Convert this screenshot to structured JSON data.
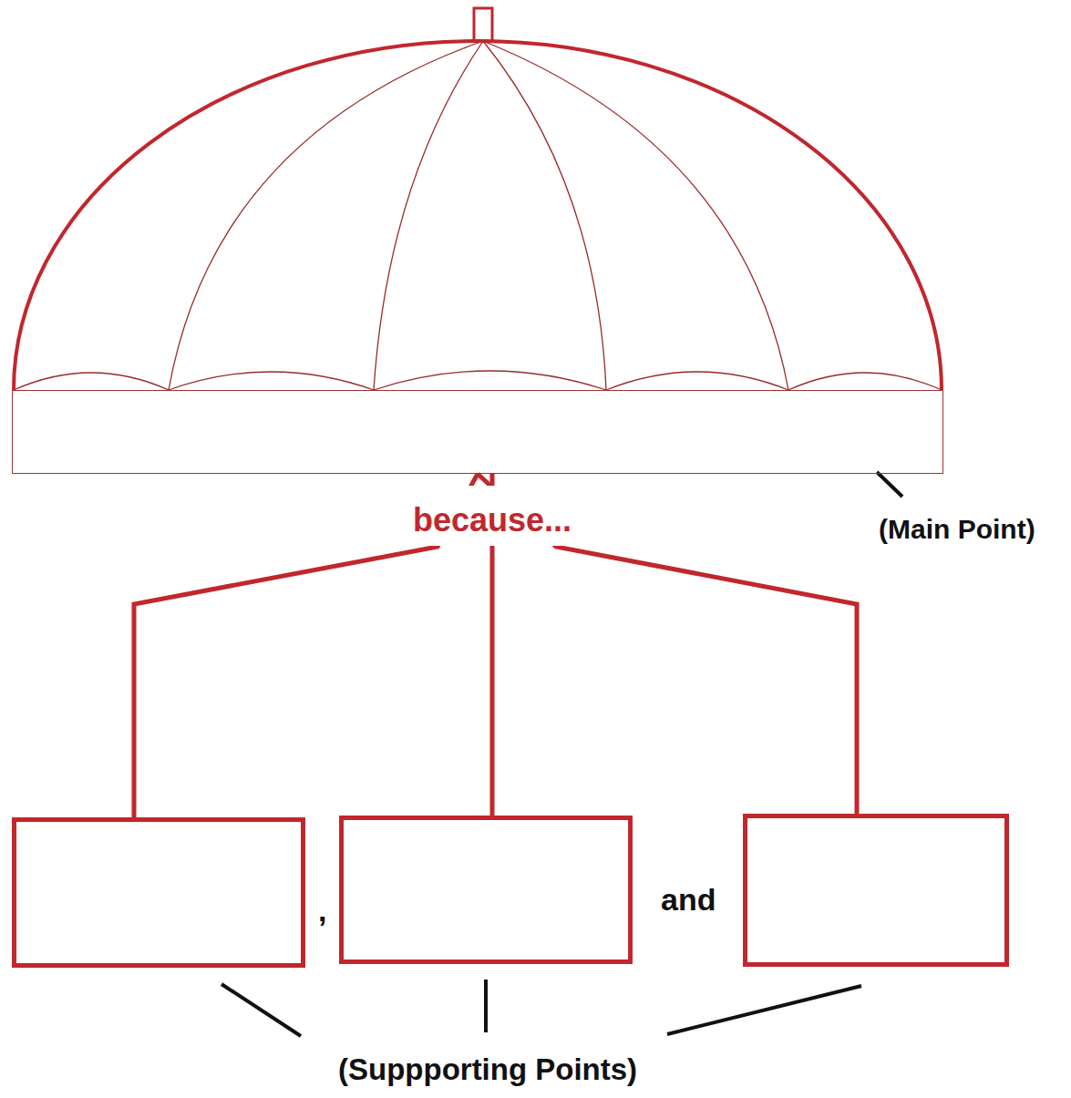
{
  "diagram": {
    "nodes": [
      {
        "text": []
      },
      {
        "text": []
      },
      {
        "text": []
      },
      {
        "text": []
      }
    ],
    "edges": [
      {
        "from": 0,
        "to": 1,
        "arrow": "none"
      },
      {
        "from": 0,
        "to": 2,
        "arrow": "none"
      },
      {
        "from": 0,
        "to": 3,
        "arrow": "none"
      }
    ],
    "labels": [
      "because...",
      "(Main Point)",
      ",",
      "and",
      "(Suppporting Points)"
    ]
  }
}
